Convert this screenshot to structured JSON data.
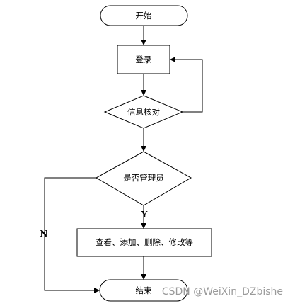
{
  "flowchart": {
    "nodes": {
      "start": "开始",
      "login": "登录",
      "verify": "信息核对",
      "is_admin": "是否管理员",
      "actions": "查看、添加、删除、修改等",
      "end": "结束"
    },
    "edges": {
      "yes_label": "Y",
      "no_label": "N"
    }
  },
  "watermark": "CSDN @WeiXin_DZbishe"
}
